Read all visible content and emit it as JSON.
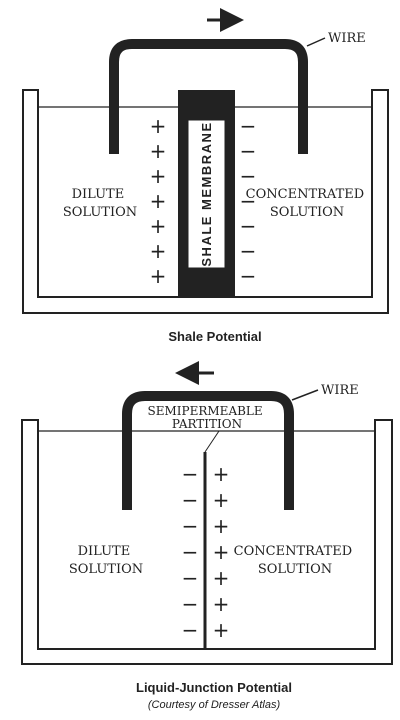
{
  "colors": {
    "ink": "#222222",
    "paper": "#ffffff"
  },
  "top_diagram": {
    "wire_label": "WIRE",
    "left_solution": [
      "DILUTE",
      "SOLUTION"
    ],
    "right_solution": [
      "CONCENTRATED",
      "SOLUTION"
    ],
    "membrane_label": "SHALE MEMBRANE",
    "left_charge": "+",
    "right_charge": "−",
    "charge_count": 7,
    "caption": "Shale Potential"
  },
  "bottom_diagram": {
    "wire_label": "WIRE",
    "partition_label": [
      "SEMIPERMEABLE",
      "PARTITION"
    ],
    "left_solution": [
      "DILUTE",
      "SOLUTION"
    ],
    "right_solution": [
      "CONCENTRATED",
      "SOLUTION"
    ],
    "left_charge": "−",
    "right_charge": "+",
    "charge_count": 7,
    "caption": "Liquid-Junction Potential",
    "credit": "(Courtesy of Dresser Atlas)"
  }
}
